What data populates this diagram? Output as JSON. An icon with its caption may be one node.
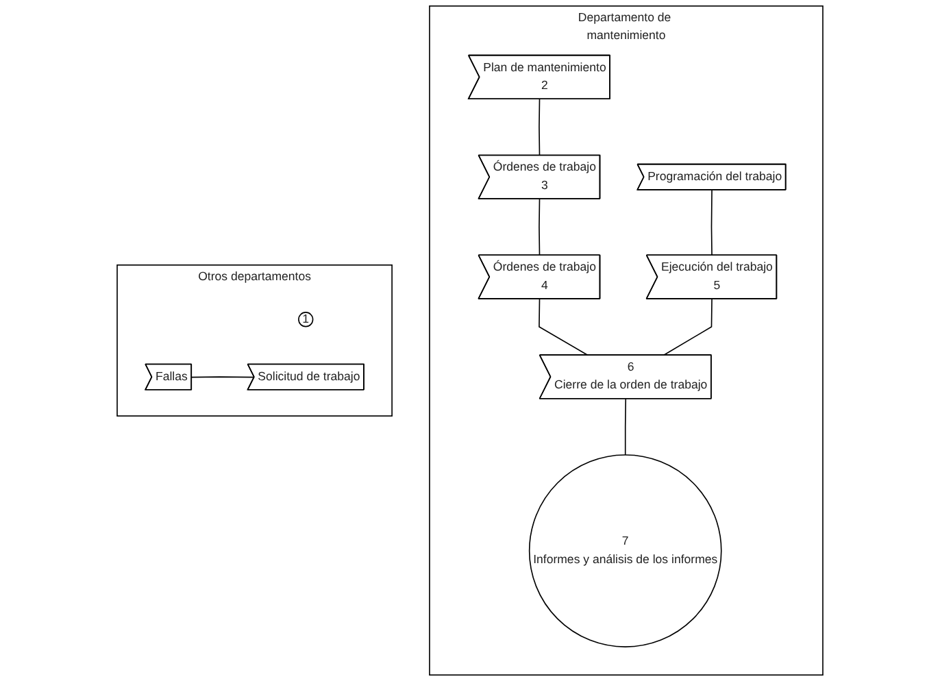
{
  "diagram": {
    "nodes": [
      {
        "text": [
          "Otros departamentos"
        ]
      },
      {
        "text": [
          "1"
        ],
        "in": 0
      },
      {
        "text": [
          "Fallas"
        ],
        "in": 0
      },
      {
        "text": [
          "Solicitud de trabajo"
        ],
        "in": 0
      },
      {
        "text": [
          "Departamento de mantenimiento"
        ]
      },
      {
        "text": [
          "Plan de mantenimiento",
          "2"
        ],
        "in": 4
      },
      {
        "text": [
          "Programación del trabajo"
        ],
        "in": 4
      },
      {
        "text": [
          "Órdenes de trabajo",
          "3"
        ],
        "in": 4
      },
      {
        "text": [
          "Órdenes de trabajo",
          "4"
        ],
        "in": 4
      },
      {
        "text": [
          "Ejecución del trabajo",
          "5"
        ],
        "in": 4
      },
      {
        "text": [
          "6",
          "Cierre de la orden de trabajo"
        ],
        "in": 4
      },
      {
        "text": [
          "7",
          "Informes y análisis de los informes"
        ],
        "in": 4
      }
    ],
    "edges": [
      {
        "from": 2,
        "to": 3,
        "arrow": "none"
      },
      {
        "from": 5,
        "to": 7,
        "arrow": "none"
      },
      {
        "from": 7,
        "to": 8,
        "arrow": "none"
      },
      {
        "from": 8,
        "to": 10,
        "arrow": "none"
      },
      {
        "from": 6,
        "to": 9,
        "arrow": "none"
      },
      {
        "from": 9,
        "to": 10,
        "arrow": "none"
      },
      {
        "from": 10,
        "to": 11,
        "arrow": "none"
      }
    ]
  }
}
